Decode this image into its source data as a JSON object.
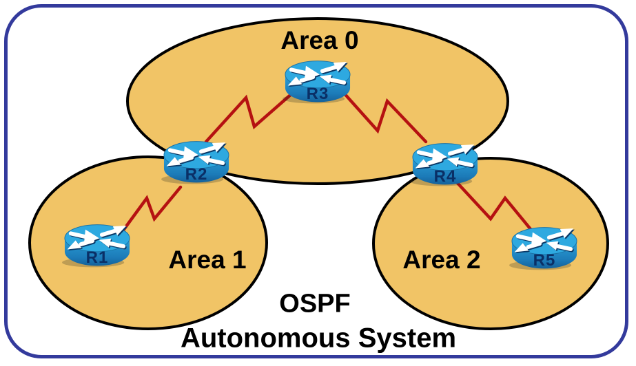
{
  "diagram": {
    "title": {
      "line1": "OSPF",
      "line2": "Autonomous System"
    },
    "areas": [
      {
        "id": "area-0",
        "label": "Area 0"
      },
      {
        "id": "area-1",
        "label": "Area 1"
      },
      {
        "id": "area-2",
        "label": "Area 2"
      }
    ],
    "routers": [
      {
        "id": "r1",
        "label": "R1",
        "area": "Area 1"
      },
      {
        "id": "r2",
        "label": "R2",
        "area": "Area 0 / Area 1 border"
      },
      {
        "id": "r3",
        "label": "R3",
        "area": "Area 0"
      },
      {
        "id": "r4",
        "label": "R4",
        "area": "Area 0 / Area 2 border"
      },
      {
        "id": "r5",
        "label": "R5",
        "area": "Area 2"
      }
    ],
    "links": [
      {
        "from": "R1",
        "to": "R2",
        "style": "lightning-bolt-serial"
      },
      {
        "from": "R2",
        "to": "R3",
        "style": "lightning-bolt-serial"
      },
      {
        "from": "R3",
        "to": "R4",
        "style": "lightning-bolt-serial"
      },
      {
        "from": "R4",
        "to": "R5",
        "style": "lightning-bolt-serial"
      }
    ]
  },
  "colors": {
    "background": "#FFFFFF",
    "frame": "#333A9C",
    "area_fill": "#F1C466",
    "area_stroke": "#000000",
    "link": "#B51111",
    "router_top": "#2EA9E0",
    "router_body": "#1E86C4",
    "router_label": "#0A2F66",
    "label_text": "#000000"
  }
}
